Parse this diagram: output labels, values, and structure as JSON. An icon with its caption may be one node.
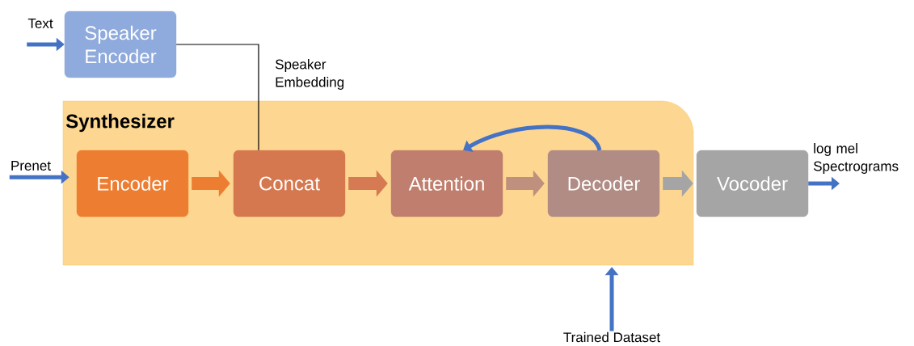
{
  "diagram": {
    "nodes": [
      {
        "text": [
          "Synthesizer"
        ]
      },
      {
        "text": [
          "Speaker Encoder"
        ]
      },
      {
        "text": [
          "Encoder"
        ],
        "in": 0
      },
      {
        "text": [
          "Concat"
        ],
        "in": 0
      },
      {
        "text": [
          "Attention"
        ],
        "in": 0
      },
      {
        "text": [
          "Decoder"
        ],
        "in": 0
      },
      {
        "text": [
          "Vocoder"
        ]
      },
      {
        "text": [
          "Text"
        ]
      },
      {
        "text": [
          "Prenet"
        ]
      },
      {
        "text": [
          "log mel Spectrograms"
        ]
      },
      {
        "text": [
          "Trained Dataset"
        ]
      }
    ],
    "edges": [
      {
        "from": 7,
        "to": 1,
        "arrow": "to"
      },
      {
        "from": 1,
        "to": 3,
        "arrow": "none",
        "label": "Speaker Embedding",
        "color": "#000000"
      },
      {
        "from": 8,
        "to": 0,
        "arrow": "to"
      },
      {
        "from": 2,
        "to": 3,
        "arrow": "to",
        "style": "thick",
        "color": "#ed7d31"
      },
      {
        "from": 3,
        "to": 4,
        "arrow": "to",
        "style": "thick",
        "color": "#d67a53"
      },
      {
        "from": 4,
        "to": 5,
        "arrow": "to",
        "style": "thick",
        "color": "#c0907f"
      },
      {
        "from": 5,
        "to": 6,
        "arrow": "to",
        "style": "thick",
        "color": "#a5a5a5"
      },
      {
        "from": 5,
        "to": 4,
        "arrow": "to"
      },
      {
        "from": 6,
        "to": 9,
        "arrow": "to"
      },
      {
        "from": 10,
        "to": 0,
        "arrow": "to"
      }
    ]
  }
}
